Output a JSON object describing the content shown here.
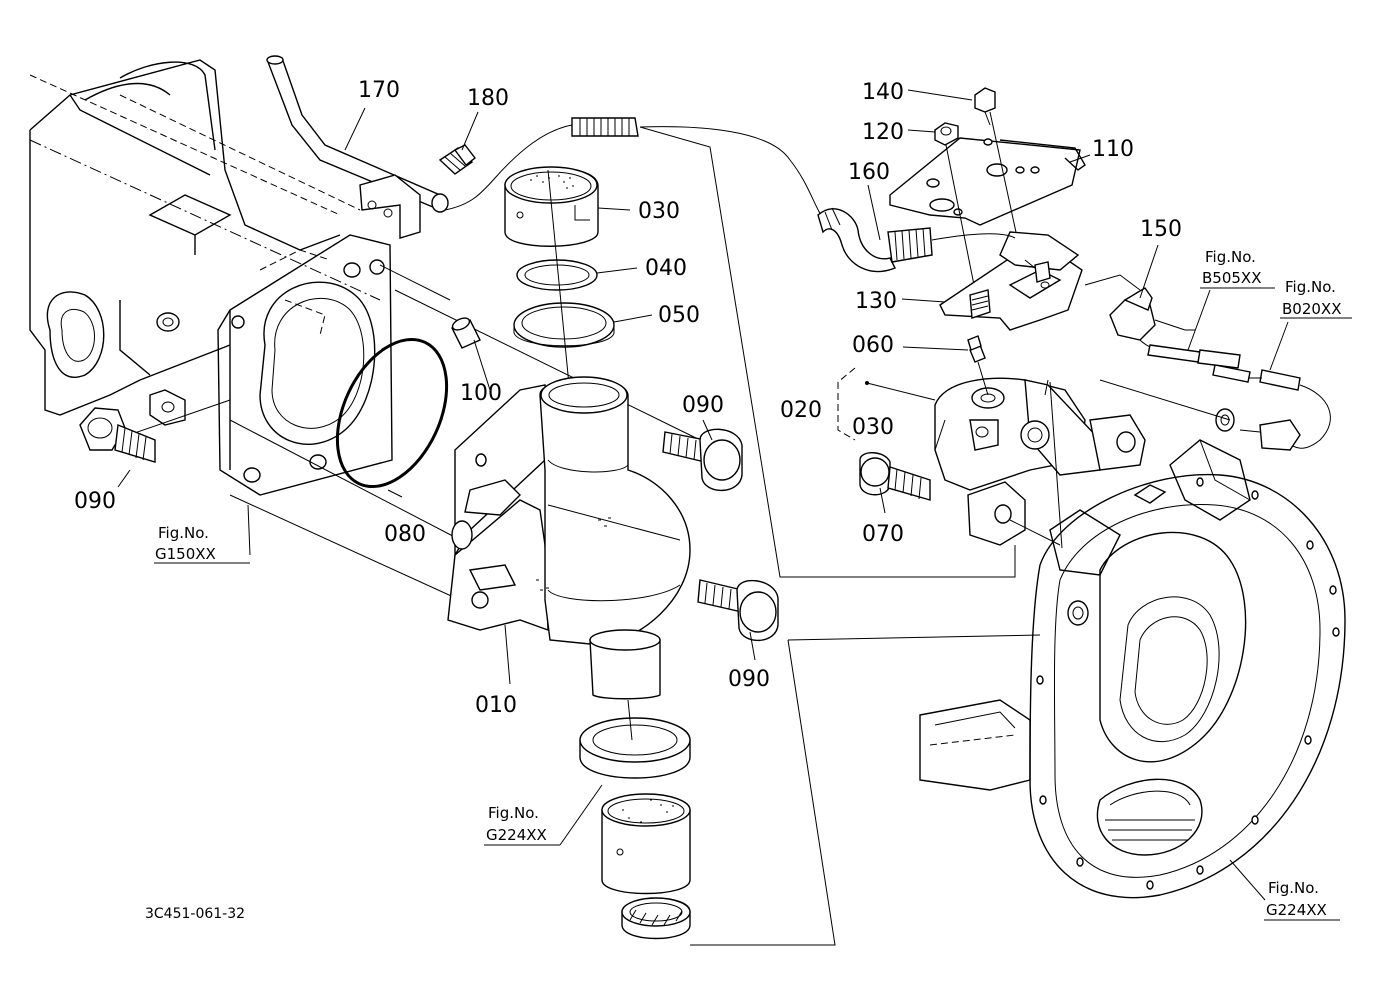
{
  "diagram": {
    "doc_id": "3C451-061-32",
    "callouts": [
      {
        "id": "c010",
        "text": "010"
      },
      {
        "id": "c020",
        "text": "020"
      },
      {
        "id": "c030a",
        "text": "030"
      },
      {
        "id": "c030b",
        "text": "030"
      },
      {
        "id": "c040",
        "text": "040"
      },
      {
        "id": "c050",
        "text": "050"
      },
      {
        "id": "c060",
        "text": "060"
      },
      {
        "id": "c070",
        "text": "070"
      },
      {
        "id": "c080",
        "text": "080"
      },
      {
        "id": "c090a",
        "text": "090"
      },
      {
        "id": "c090b",
        "text": "090"
      },
      {
        "id": "c090c",
        "text": "090"
      },
      {
        "id": "c100",
        "text": "100"
      },
      {
        "id": "c110",
        "text": "110"
      },
      {
        "id": "c120",
        "text": "120"
      },
      {
        "id": "c130",
        "text": "130"
      },
      {
        "id": "c140",
        "text": "140"
      },
      {
        "id": "c150",
        "text": "150"
      },
      {
        "id": "c160",
        "text": "160"
      },
      {
        "id": "c170",
        "text": "170"
      },
      {
        "id": "c180",
        "text": "180"
      }
    ],
    "fig_refs": [
      {
        "id": "r_g150",
        "label": "Fig.No.",
        "code": "G150XX"
      },
      {
        "id": "r_b505",
        "label": "Fig.No.",
        "code": "B505XX"
      },
      {
        "id": "r_b020",
        "label": "Fig.No.",
        "code": "B020XX"
      },
      {
        "id": "r_g224a",
        "label": "Fig.No.",
        "code": "G224XX"
      },
      {
        "id": "r_g224b",
        "label": "Fig.No.",
        "code": "G224XX"
      }
    ]
  }
}
